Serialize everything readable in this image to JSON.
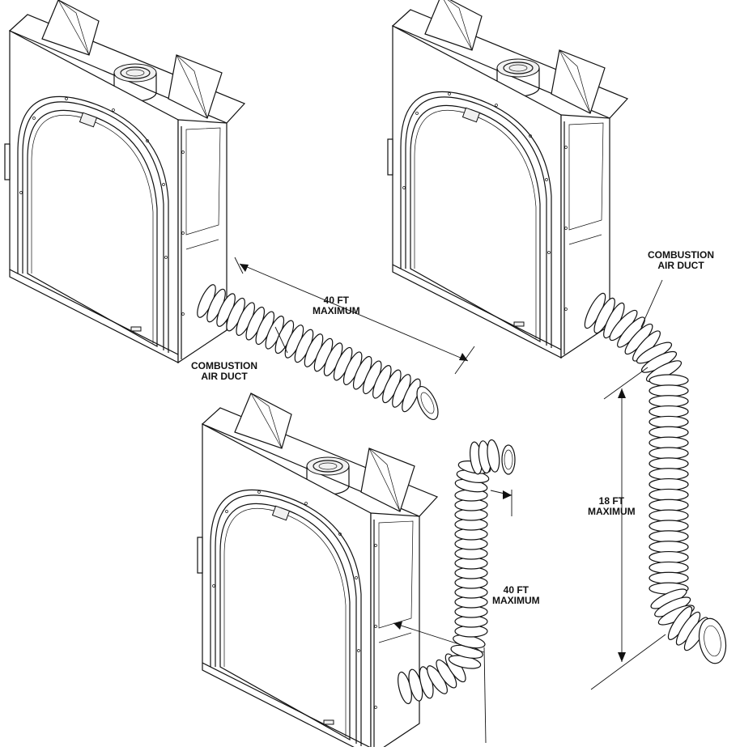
{
  "title": "",
  "labels": {
    "a_distance": [
      "40 FT",
      "MAXIMUM"
    ],
    "a_duct": [
      "COMBUSTION",
      "AIR DUCT"
    ],
    "b_duct": [
      "COMBUSTION",
      "AIR DUCT"
    ],
    "b_height": [
      "18 FT",
      "MAXIMUM"
    ],
    "c_distance": [
      "40 FT",
      "MAXIMUM"
    ]
  }
}
